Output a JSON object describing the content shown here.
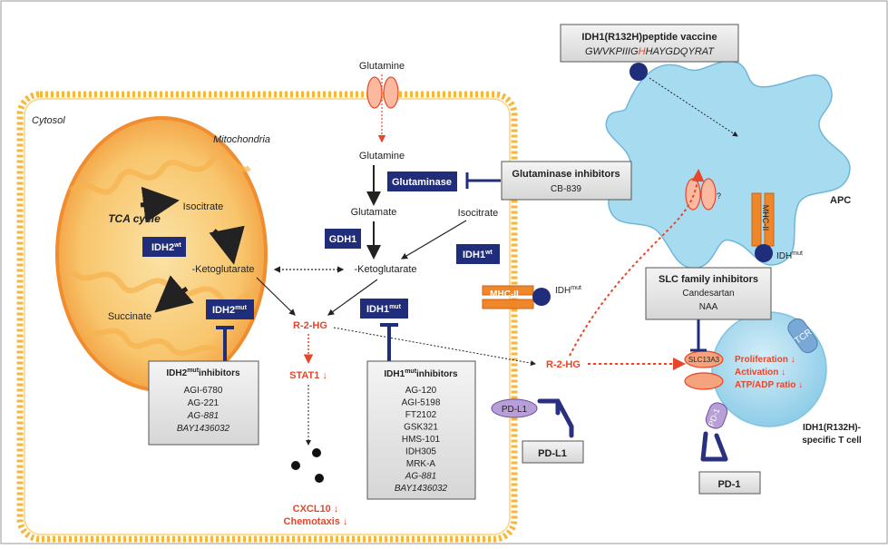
{
  "labels": {
    "cytosol": "Cytosol",
    "mitochondria": "Mitochondria",
    "glutamine_out": "Glutamine",
    "glutamine_in": "Glutamine",
    "glutamate": "Glutamate",
    "isocitrate_cyto": "Isocitrate",
    "isocitrate_mito": "Isocitrate",
    "tca_cycle": "TCA cycle",
    "ketoglutarate_mito": "-Ketoglutarate",
    "ketoglutarate_cyto": "-Ketoglutarate",
    "succinate": "Succinate",
    "r2hg": "R-2-HG",
    "r2hg_right": "R-2-HG",
    "stat1": "STAT1 ↓",
    "cxcl10": "CXCL10 ↓",
    "chemotaxis": "Chemotaxis ↓",
    "apc": "APC",
    "idh_mut_label": "IDH",
    "idh_mut_sup": "mut",
    "idh_mut_label2": "IDH",
    "idh_mut_sup2": "mut",
    "question_mark": "?",
    "tcell_title1": "IDH1(R132H)-",
    "tcell_title2": "specific T cell",
    "proliferation": "Proliferation ↓",
    "activation": "Activation ↓",
    "atp_ratio": "ATP/ADP ratio ↓"
  },
  "enzymes": {
    "glutaminase": "Glutaminase",
    "gdh1": "GDH1",
    "idh2wt": "IDH2",
    "idh2wt_sup": "wt",
    "idh1wt": "IDH1",
    "idh1wt_sup": "wt",
    "idh2mut": "IDH2",
    "idh2mut_sup": "mut",
    "idh1mut": "IDH1",
    "idh1mut_sup": "mut",
    "mhc_ii": "MHC-II",
    "mhc_ii_apc": "MHC-II",
    "pdl1": "PD-L1",
    "pd1": "PD-1",
    "tcr": "TCR",
    "slc13a3": "SLC13A3"
  },
  "boxes": {
    "vaccine_title": "IDH1(R132H)peptide vaccine",
    "vaccine_seq_a": "GWVKPIIIG",
    "vaccine_seq_b": "H",
    "vaccine_seq_c": "HAYGDQYRAT",
    "glut_inhib_title": "Glutaminase inhibitors",
    "glut_inhib_drug": "CB-839",
    "slc_title": "SLC family inhibitors",
    "slc_drugs": [
      "Candesartan",
      "NAA"
    ],
    "idh2_inhib_title": "IDH2",
    "idh2_inhib_sup": "mut",
    "idh2_inhib_suffix": "inhibitors",
    "idh2_drugs": [
      {
        "name": "AGI-6780",
        "italic": false
      },
      {
        "name": "AG-221",
        "italic": false
      },
      {
        "name": "AG-881",
        "italic": true
      },
      {
        "name": "BAY1436032",
        "italic": true
      }
    ],
    "idh1_inhib_title": "IDH1",
    "idh1_inhib_sup": "mut",
    "idh1_inhib_suffix": "inhibitors",
    "idh1_drugs": [
      {
        "name": "AG-120",
        "italic": false
      },
      {
        "name": "AGI-5198",
        "italic": false
      },
      {
        "name": "FT2102",
        "italic": false
      },
      {
        "name": "GSK321",
        "italic": false
      },
      {
        "name": "HMS-101",
        "italic": false
      },
      {
        "name": "IDH305",
        "italic": false
      },
      {
        "name": "MRK-A",
        "italic": false
      },
      {
        "name": "AG-881",
        "italic": true
      },
      {
        "name": "BAY1436032",
        "italic": true
      }
    ],
    "pdl1_box": "PD-L1",
    "pd1_box": "PD-1"
  },
  "colors": {
    "navy": "#1f2d7a",
    "orange": "#f0862a",
    "red_text": "#e8452a",
    "membrane": "#f6b73c",
    "mito": "#f5a63a",
    "cell_blue": "#a7dcf0",
    "box_fill": "#e2e2e2"
  }
}
